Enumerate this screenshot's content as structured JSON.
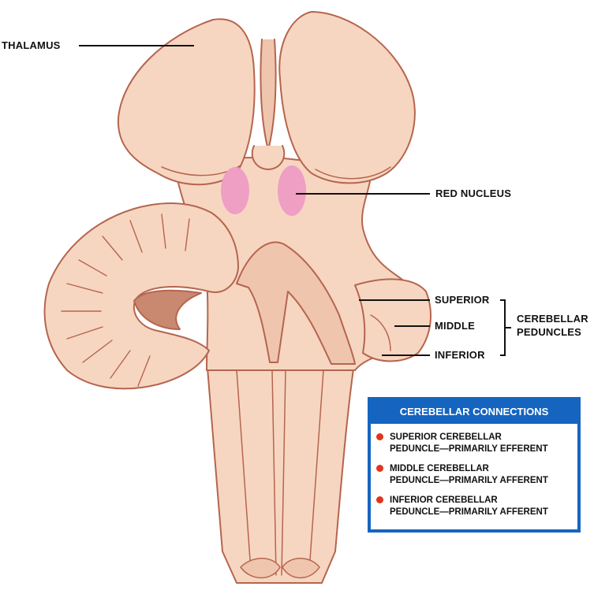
{
  "labels": {
    "thalamus": "THALAMUS",
    "red_nucleus": "RED NUCLEUS",
    "superior": "SUPERIOR",
    "middle": "MIDDLE",
    "inferior": "INFERIOR",
    "group_line1": "CEREBELLAR",
    "group_line2": "PEDUNCLES"
  },
  "legend": {
    "title": "CEREBELLAR CONNECTIONS",
    "items": [
      {
        "line1": "SUPERIOR CEREBELLAR",
        "line2": "PEDUNCLE—PRIMARILY EFFERENT"
      },
      {
        "line1": "MIDDLE CEREBELLAR",
        "line2": "PEDUNCLE—PRIMARILY AFFERENT"
      },
      {
        "line1": "INFERIOR CEREBELLAR",
        "line2": "PEDUNCLE—PRIMARILY AFFERENT"
      }
    ]
  },
  "colors": {
    "tissue": "#f7d6c1",
    "outline": "#b5654e",
    "red_nucleus": "#ef9ec4",
    "legend_accent": "#1565c0",
    "bullet": "#e53319"
  }
}
